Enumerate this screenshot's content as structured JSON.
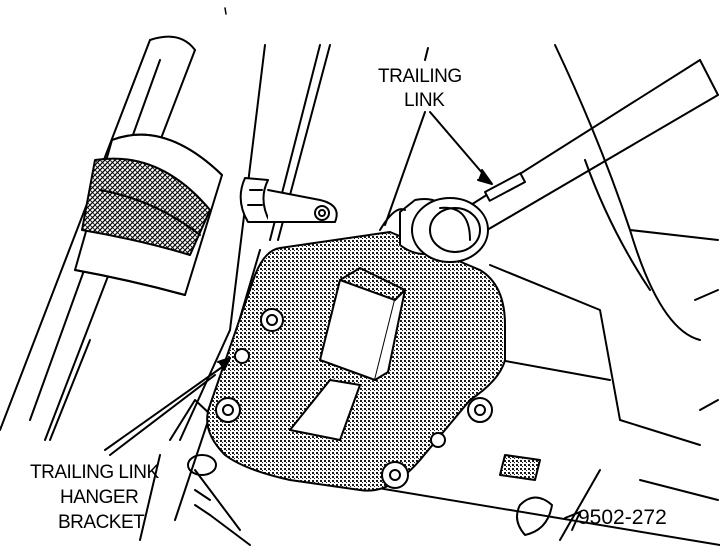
{
  "callouts": {
    "trailing_link": [
      "TRAILING",
      "LINK"
    ],
    "hanger_bracket": [
      "TRAILING LINK",
      "HANGER",
      "BRACKET"
    ]
  },
  "figure_number": "9502-272",
  "colors": {
    "ink": "#000000",
    "paper": "#ffffff",
    "hatch": "#1a1a1a"
  }
}
